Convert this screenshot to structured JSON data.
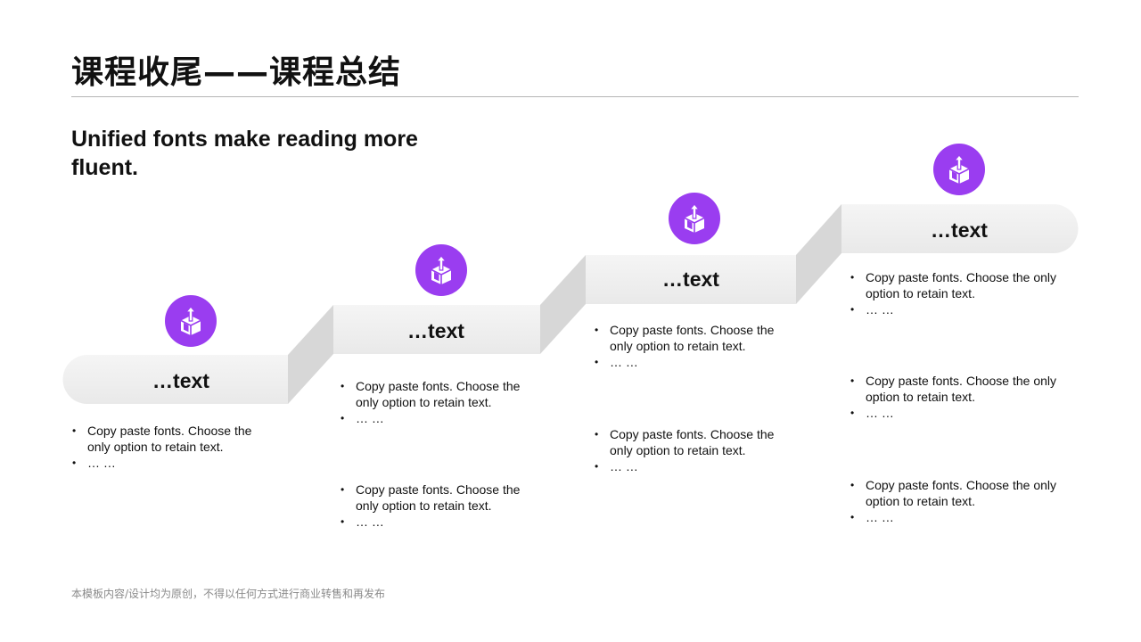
{
  "header": {
    "title": "课程收尾——课程总结"
  },
  "subtitle": "Unified fonts make reading more fluent.",
  "accent_color": "#9a3df0",
  "steps": [
    {
      "label": "…text",
      "icon": "box-upload-icon",
      "bullets": [
        {
          "text": "Copy paste fonts. Choose the only option to retain text.",
          "more": "… …"
        }
      ]
    },
    {
      "label": "…text",
      "icon": "box-upload-icon",
      "bullets": [
        {
          "text": "Copy paste fonts. Choose the only option to retain text.",
          "more": "… …"
        },
        {
          "text": "Copy paste fonts. Choose the only option to retain text.",
          "more": "… …"
        }
      ]
    },
    {
      "label": "…text",
      "icon": "box-upload-icon",
      "bullets": [
        {
          "text": "Copy paste fonts. Choose the only option to retain text.",
          "more": "… …"
        },
        {
          "text": "Copy paste fonts. Choose the only option to retain text.",
          "more": "… …"
        }
      ]
    },
    {
      "label": "…text",
      "icon": "box-upload-icon",
      "bullets": [
        {
          "text": "Copy paste fonts. Choose the only option to retain text.",
          "more": "… …"
        },
        {
          "text": "Copy paste fonts. Choose the only option to retain text.",
          "more": "… …"
        },
        {
          "text": "Copy paste fonts. Choose the only option to retain text.",
          "more": "… …"
        }
      ]
    }
  ],
  "footer": "本模板内容/设计均为原创，不得以任何方式进行商业转售和再发布"
}
